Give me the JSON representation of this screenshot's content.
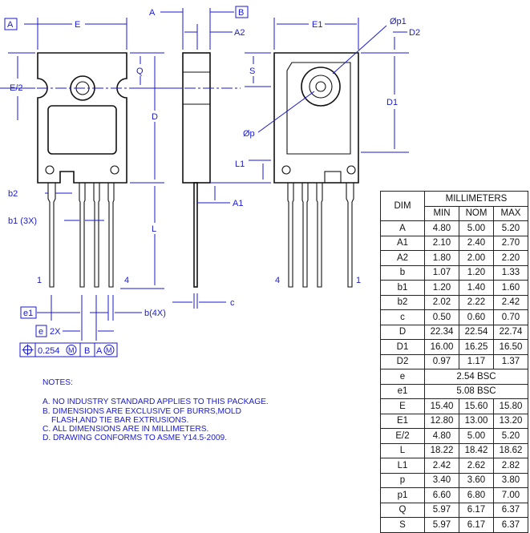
{
  "drawing": {
    "datum_a": "A",
    "datum_b": "B",
    "labels": {
      "E": "E",
      "E_half": "E/2",
      "Q": "Q",
      "D": "D",
      "L": "L",
      "b2": "b2",
      "b1": "b1 (3X)",
      "pin1_front": "1",
      "pin4_front": "4",
      "A_side": "A",
      "A2": "A2",
      "A1": "A1",
      "c": "c",
      "E1": "E1",
      "p1": "Øp1",
      "D2": "D2",
      "S": "S",
      "D1": "D1",
      "p": "Øp",
      "L1": "L1",
      "pin4_back": "4",
      "pin1_back": "1",
      "e1": "e1",
      "b4x": "b(4X)",
      "e": "e",
      "twox": "2X"
    },
    "fcf": {
      "symbol": "position-icon",
      "tolerance": "0.254",
      "mod1": "M",
      "datum1": "B",
      "datum2": "A",
      "mod2": "M"
    },
    "line_color": "#1a1ad0"
  },
  "notes": {
    "title": "NOTES:",
    "items": [
      "A. NO INDUSTRY STANDARD APPLIES TO THIS PACKAGE.",
      "B. DIMENSIONS ARE EXCLUSIVE OF BURRS,MOLD",
      "FLASH,AND TIE BAR EXTRUSIONS.",
      "C. ALL DIMENSIONS ARE IN MILLIMETERS.",
      "D. DRAWING CONFORMS TO ASME Y14.5-2009."
    ]
  },
  "table": {
    "dim_header": "DIM",
    "unit_header": "MILLIMETERS",
    "cols": [
      "MIN",
      "NOM",
      "MAX"
    ],
    "rows": [
      [
        "A",
        "4.80",
        "5.00",
        "5.20"
      ],
      [
        "A1",
        "2.10",
        "2.40",
        "2.70"
      ],
      [
        "A2",
        "1.80",
        "2.00",
        "2.20"
      ],
      [
        "b",
        "1.07",
        "1.20",
        "1.33"
      ],
      [
        "b1",
        "1.20",
        "1.40",
        "1.60"
      ],
      [
        "b2",
        "2.02",
        "2.22",
        "2.42"
      ],
      [
        "c",
        "0.50",
        "0.60",
        "0.70"
      ],
      [
        "D",
        "22.34",
        "22.54",
        "22.74"
      ],
      [
        "D1",
        "16.00",
        "16.25",
        "16.50"
      ],
      [
        "D2",
        "0.97",
        "1.17",
        "1.37"
      ],
      [
        "e",
        "2.54 BSC"
      ],
      [
        "e1",
        "5.08 BSC"
      ],
      [
        "E",
        "15.40",
        "15.60",
        "15.80"
      ],
      [
        "E1",
        "12.80",
        "13.00",
        "13.20"
      ],
      [
        "E/2",
        "4.80",
        "5.00",
        "5.20"
      ],
      [
        "L",
        "18.22",
        "18.42",
        "18.62"
      ],
      [
        "L1",
        "2.42",
        "2.62",
        "2.82"
      ],
      [
        "p",
        "3.40",
        "3.60",
        "3.80"
      ],
      [
        "p1",
        "6.60",
        "6.80",
        "7.00"
      ],
      [
        "Q",
        "5.97",
        "6.17",
        "6.37"
      ],
      [
        "S",
        "5.97",
        "6.17",
        "6.37"
      ]
    ]
  }
}
